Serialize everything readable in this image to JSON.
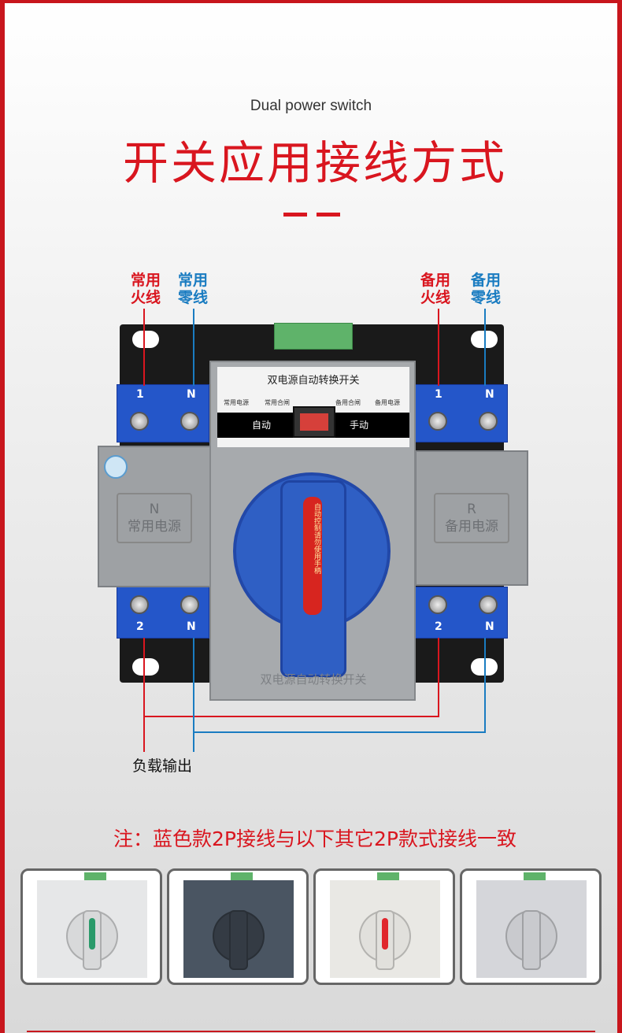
{
  "header": {
    "subtitle": "Dual power switch",
    "title": "开关应用接线方式"
  },
  "labels": {
    "common_live": [
      "常用",
      "火线"
    ],
    "common_neutral": [
      "常用",
      "零线"
    ],
    "backup_live": [
      "备用",
      "火线"
    ],
    "backup_neutral": [
      "备用",
      "零线"
    ],
    "load_output": "负载输出"
  },
  "device": {
    "panel_title": "双电源自动转换开关",
    "indicators": [
      "常用电源",
      "常用合闸",
      "备用合闸",
      "备用电源"
    ],
    "mode_auto": "自动",
    "mode_manual": "手动",
    "left_terminal_top": [
      "1",
      "N"
    ],
    "left_terminal_bottom": [
      "2",
      "N"
    ],
    "right_terminal_top": [
      "1",
      "N"
    ],
    "right_terminal_bottom": [
      "2",
      "N"
    ],
    "left_cover": [
      "N",
      "常用电源"
    ],
    "right_cover": [
      "R",
      "备用电源"
    ],
    "handle_text": "自动控制请勿使用手柄",
    "bottom_emboss": "双电源自动转换开关"
  },
  "note": "注：蓝色款2P接线与以下其它2P款式接线一致",
  "thumbnails": [
    {
      "body": "#e6e7e8",
      "handle": "#d8d9da",
      "stripe": "#2a9a6a"
    },
    {
      "body": "#4a5562",
      "handle": "#343b44",
      "stripe": "#343b44"
    },
    {
      "body": "#e9e8e4",
      "handle": "#e1e0dc",
      "stripe": "#e0262c"
    },
    {
      "body": "#d5d6da",
      "handle": "#c9cace",
      "stripe": "#c9cace"
    }
  ],
  "colors": {
    "accent": "#d9161f",
    "live": "#d9161f",
    "neutral": "#1a7cc1",
    "switch_blue": "#2456c9"
  }
}
